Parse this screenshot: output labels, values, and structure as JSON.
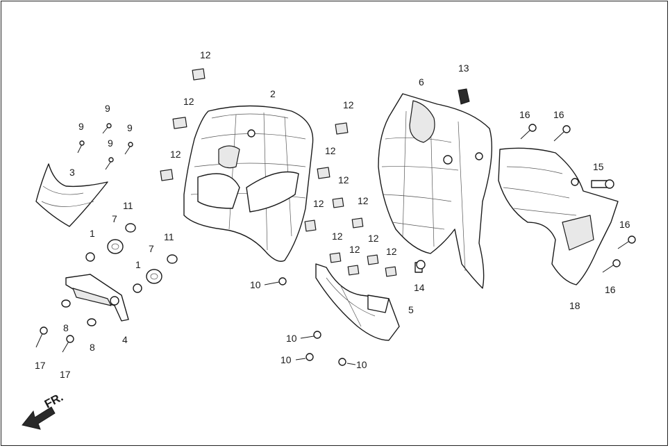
{
  "diagram": {
    "direction_label": "FR.",
    "callouts": {
      "c1a": "1",
      "c1b": "1",
      "c2": "2",
      "c3": "3",
      "c4": "4",
      "c5": "5",
      "c6": "6",
      "c7a": "7",
      "c7b": "7",
      "c8a": "8",
      "c8b": "8",
      "c9a": "9",
      "c9b": "9",
      "c9c": "9",
      "c9d": "9",
      "c10a": "10",
      "c10b": "10",
      "c10c": "10",
      "c10d": "10",
      "c11a": "11",
      "c11b": "11",
      "c12a": "12",
      "c12b": "12",
      "c12c": "12",
      "c12d": "12",
      "c12e": "12",
      "c12f": "12",
      "c12g": "12",
      "c12h": "12",
      "c12i": "12",
      "c12j": "12",
      "c12k": "12",
      "c12l": "12",
      "c13": "13",
      "c14": "14",
      "c15": "15",
      "c16a": "16",
      "c16b": "16",
      "c16c": "16",
      "c16d": "16",
      "c17a": "17",
      "c17b": "17",
      "c18": "18"
    }
  }
}
